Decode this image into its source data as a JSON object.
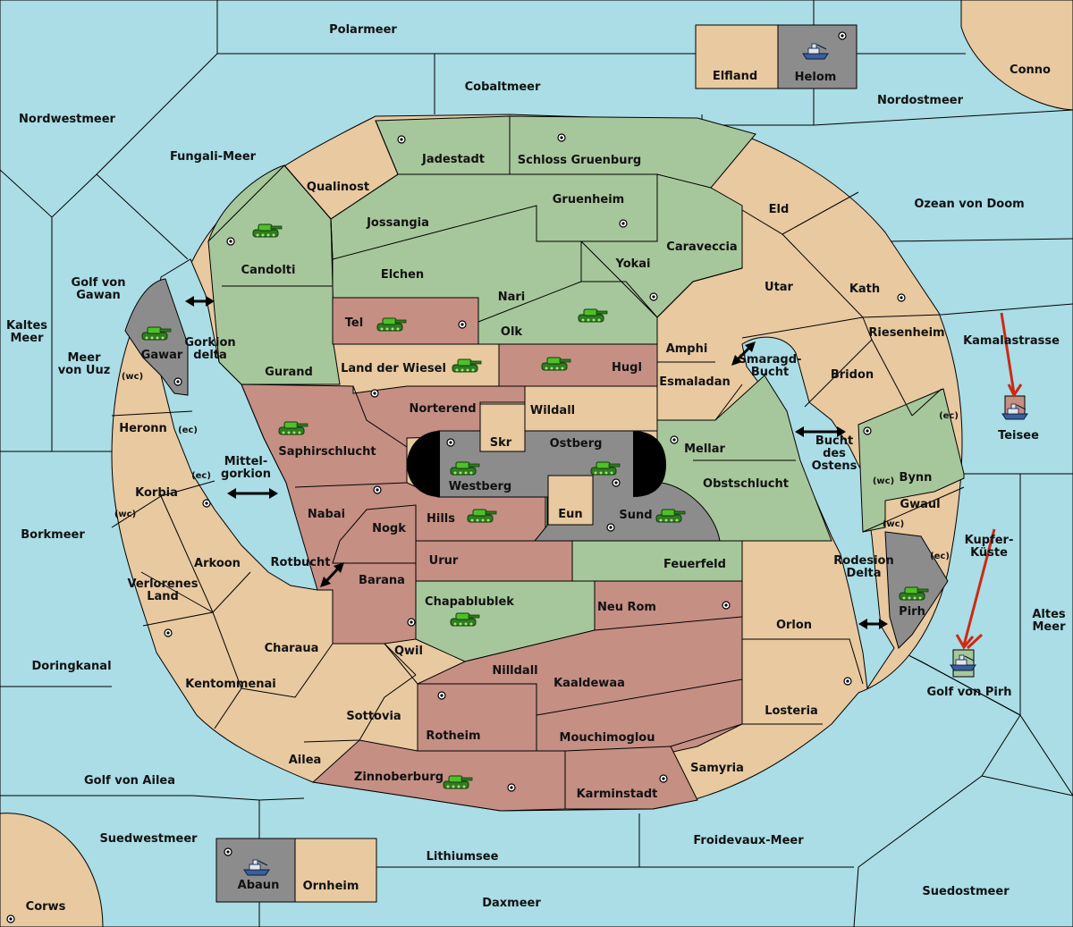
{
  "colors": {
    "sea": "#aadde6",
    "neutral": "#e8c9a0",
    "green": "#a6c79b",
    "red": "#c58f84",
    "gray": "#8c8c8c",
    "arrow_red": "#cc2a12"
  },
  "seas": {
    "polarmeer": "Polarmeer",
    "cobaltmeer": "Cobaltmeer",
    "nordwestmeer": "Nordwestmeer",
    "fungali": "Fungali-Meer",
    "nordostmeer": "Nordostmeer",
    "ozean": "Ozean von Doom",
    "kaltes": "Kaltes\nMeer",
    "golf_gawan": "Golf von\nGawan",
    "meer_uuz": "Meer\nvon Uuz",
    "gorkion": "Gorkion\ndelta",
    "kamalastrasse": "Kamalastrasse",
    "smaragd": "Smaragd-\nBucht",
    "bucht_ostens": "Bucht\ndes\nOstens",
    "mittelgorkion": "Mittel-\ngorkion",
    "borkmeer": "Borkmeer",
    "rotbucht": "Rotbucht",
    "rodesion": "Rodesion\nDelta",
    "kupferkueste": "Kupfer-\nKüste",
    "altes": "Altes\nMeer",
    "doringkanal": "Doringkanal",
    "golf_pirh": "Golf von Pirh",
    "golf_ailea": "Golf von Ailea",
    "suedwestmeer": "Suedwestmeer",
    "froidevaux": "Froidevaux-Meer",
    "lithiumsee": "Lithiumsee",
    "suedostmeer": "Suedostmeer",
    "daxmeer": "Daxmeer"
  },
  "provinces": {
    "elfland": "Elfland",
    "helom": "Helom",
    "conno": "Conno",
    "corws": "Corws",
    "abaun": "Abaun",
    "ornheim": "Ornheim",
    "qualinost": "Qualinost",
    "jadestadt": "Jadestadt",
    "schloss": "Schloss Gruenburg",
    "jossangia": "Jossangia",
    "gruenheim": "Gruenheim",
    "eld": "Eld",
    "candolti": "Candolti",
    "caraveccia": "Caraveccia",
    "yokai": "Yokai",
    "elchen": "Elchen",
    "nari": "Nari",
    "utar": "Utar",
    "kath": "Kath",
    "tel": "Tel",
    "olk": "Olk",
    "riesenheim": "Riesenheim",
    "amphi": "Amphi",
    "gawar": "Gawar",
    "gurand": "Gurand",
    "land_wiesel": "Land der Wiesel",
    "hugl": "Hugl",
    "bridon": "Bridon",
    "esmaladan": "Esmaladan",
    "norterend": "Norterend",
    "wildall": "Wildall",
    "heronn": "Heronn",
    "skr": "Skr",
    "ostberg": "Ostberg",
    "mellar": "Mellar",
    "saphir": "Saphirschlucht",
    "westberg": "Westberg",
    "obstschlucht": "Obstschlucht",
    "bynn": "Bynn",
    "korbia": "Korbia",
    "nabai": "Nabai",
    "eun": "Eun",
    "sund": "Sund",
    "gwaul": "Gwaul",
    "hills": "Hills",
    "nogk": "Nogk",
    "teisee": "Teisee",
    "arkoon": "Arkoon",
    "urur": "Urur",
    "feuerfeld": "Feuerfeld",
    "barana": "Barana",
    "verlorenes": "Verlorenes\nLand",
    "chapablublek": "Chapablublek",
    "neu_rom": "Neu Rom",
    "pirh": "Pirh",
    "orlon": "Orlon",
    "charaua": "Charaua",
    "qwil": "Qwil",
    "nilldall": "Nilldall",
    "kentommenai": "Kentommenai",
    "kaaldewaa": "Kaaldewaa",
    "sottovia": "Sottovia",
    "losteria": "Losteria",
    "rotheim": "Rotheim",
    "mouchimoglou": "Mouchimoglou",
    "ailea": "Ailea",
    "samyria": "Samyria",
    "zinnoberburg": "Zinnoberburg",
    "karminstadt": "Karminstadt"
  },
  "coasts": {
    "wc": "(wc)",
    "ec": "(ec)"
  }
}
